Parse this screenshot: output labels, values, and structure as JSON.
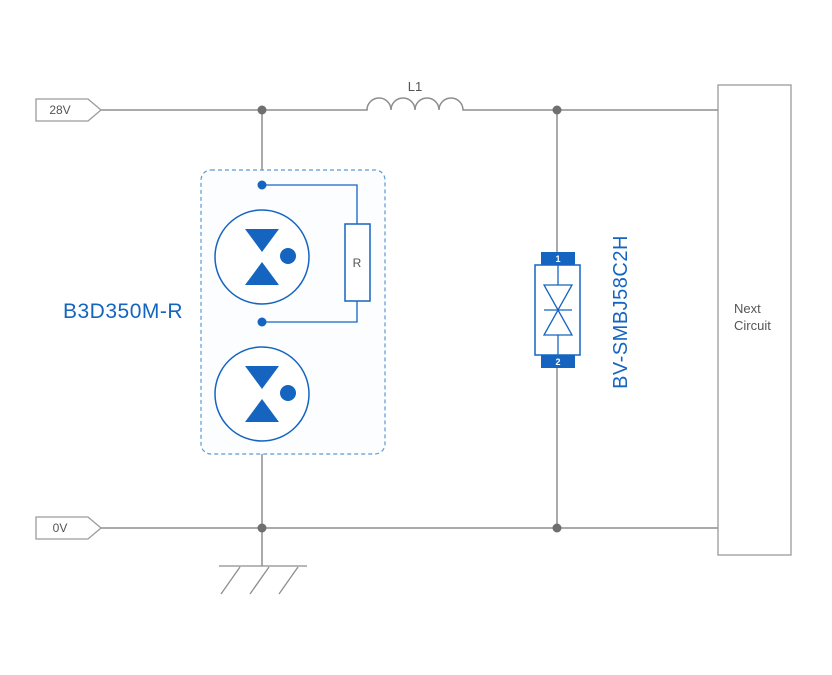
{
  "diagram": {
    "colors": {
      "accent_blue": "#1565c0",
      "dashed_border_blue": "#5b9bd5",
      "wire_gray": "#8e8e8e",
      "junction_gray": "#6f6f6f",
      "text_gray": "#555555",
      "background": "#ffffff"
    },
    "power_rails": {
      "top_label": "28V",
      "bottom_label": "0V"
    },
    "inductor": {
      "label": "L1"
    },
    "surge_arrester": {
      "part_label": "B3D350M-R",
      "resistor_label": "R"
    },
    "tvs_diode": {
      "part_label": "BV-SMBJ58C2H",
      "terminal_top": "1",
      "terminal_bottom": "2"
    },
    "next_circuit": {
      "line1": "Next",
      "line2": "Circuit"
    }
  }
}
